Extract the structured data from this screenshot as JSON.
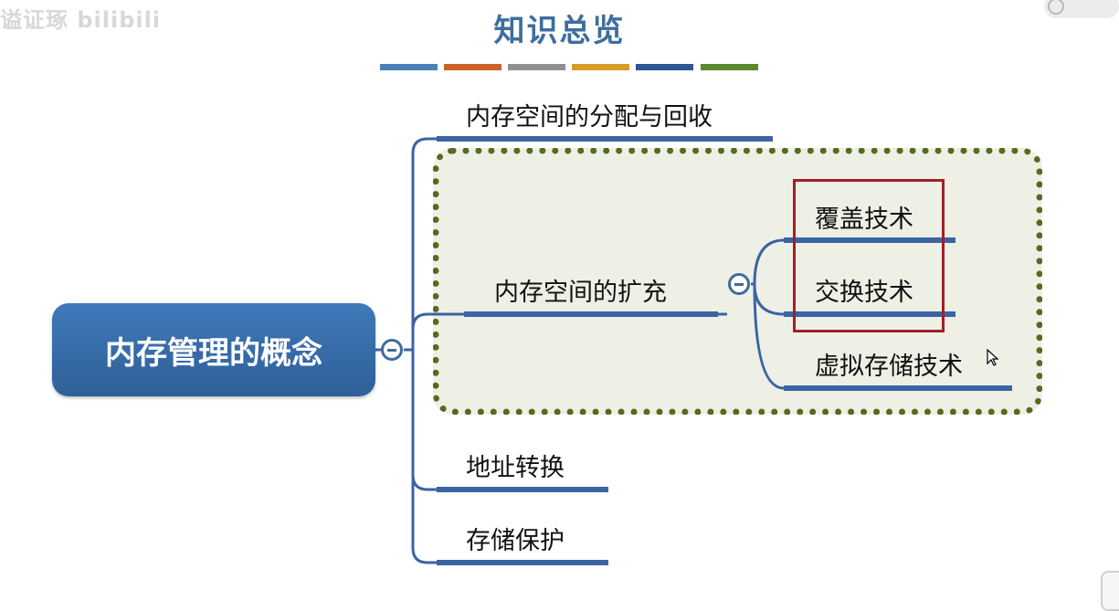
{
  "title": "知识总览",
  "watermark": "谥证琢 bilibili",
  "color_bar": [
    "#4c7fb8",
    "#c9632a",
    "#8f8f8f",
    "#d89b28",
    "#2d5494",
    "#5a8a2c"
  ],
  "root": {
    "label": "内存管理的概念"
  },
  "branches": [
    {
      "label": "内存空间的分配与回收"
    },
    {
      "label": "内存空间的扩充",
      "children": [
        {
          "label": "覆盖技术"
        },
        {
          "label": "交换技术"
        },
        {
          "label": "虚拟存储技术"
        }
      ]
    },
    {
      "label": "地址转换"
    },
    {
      "label": "存储保护"
    }
  ],
  "colors": {
    "node_line": "#3a64a4",
    "root_fill": "#3a6ea8",
    "highlight_border": "#556b1f",
    "highlight_fill": "#eef0e6",
    "red_box": "#a02028",
    "title": "#3d6e9c"
  }
}
